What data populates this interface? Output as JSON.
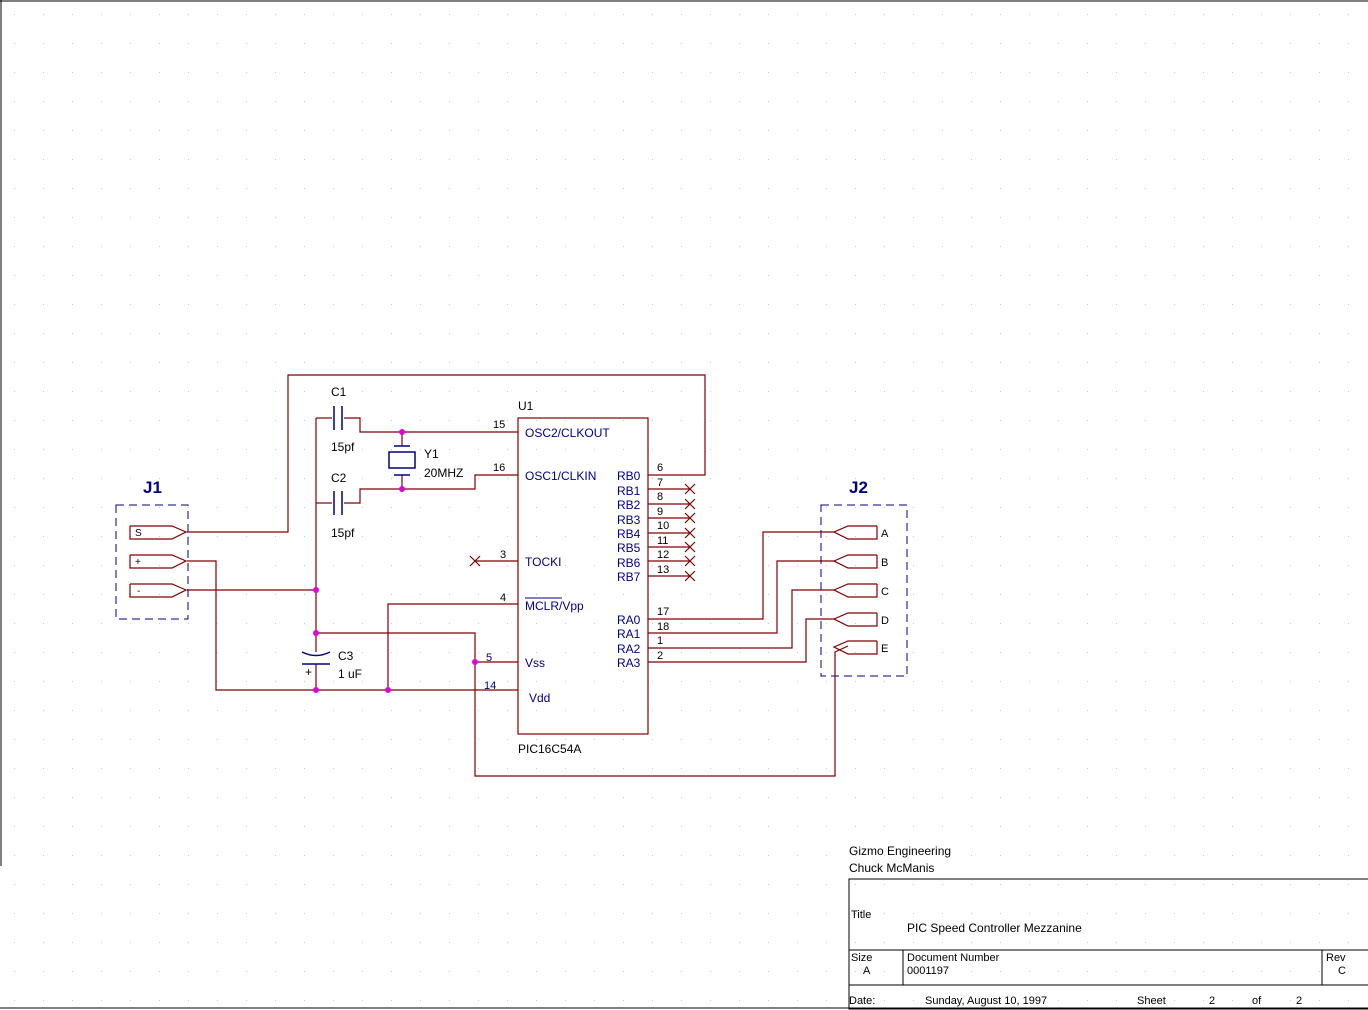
{
  "colors": {
    "wire": "#800000",
    "component": "#000080",
    "junction": "#e000e0",
    "grid": "#c8c8c8",
    "text": "#000000",
    "label": "#000080",
    "pin_number": "#000000",
    "no_connect": "#800000"
  },
  "components": {
    "u1": {
      "ref": "U1",
      "part": "PIC16C54A",
      "pins": {
        "osc2": "OSC2/CLKOUT",
        "osc2_num": "15",
        "osc1": "OSC1/CLKIN",
        "osc1_num": "16",
        "tocki": "TOCKI",
        "tocki_num": "3",
        "mclr": "MCLR/Vpp",
        "mclr_num": "4",
        "vss": "Vss",
        "vss_num": "5",
        "vdd": "Vdd",
        "vdd_num": "14",
        "rb0": "RB0",
        "rb0_num": "6",
        "rb1": "RB1",
        "rb1_num": "7",
        "rb2": "RB2",
        "rb2_num": "8",
        "rb3": "RB3",
        "rb3_num": "9",
        "rb4": "RB4",
        "rb4_num": "10",
        "rb5": "RB5",
        "rb5_num": "11",
        "rb6": "RB6",
        "rb6_num": "12",
        "rb7": "RB7",
        "rb7_num": "13",
        "ra0": "RA0",
        "ra0_num": "17",
        "ra1": "RA1",
        "ra1_num": "18",
        "ra2": "RA2",
        "ra2_num": "1",
        "ra3": "RA3",
        "ra3_num": "2"
      }
    },
    "c1": {
      "ref": "C1",
      "value": "15pf"
    },
    "c2": {
      "ref": "C2",
      "value": "15pf"
    },
    "c3": {
      "ref": "C3",
      "value": "1 uF",
      "polarity": "+"
    },
    "y1": {
      "ref": "Y1",
      "value": "20MHZ"
    },
    "j1": {
      "ref": "J1",
      "pins": [
        "S",
        "+",
        "-"
      ]
    },
    "j2": {
      "ref": "J2",
      "pins": [
        "A",
        "B",
        "C",
        "D",
        "E"
      ]
    }
  },
  "title_block": {
    "company": "Gizmo Engineering",
    "author": "Chuck McManis",
    "title_label": "Title",
    "title": "PIC Speed Controller Mezzanine",
    "size_label": "Size",
    "size": "A",
    "doc_label": "Document Number",
    "doc_number": "0001197",
    "rev_label": "Rev",
    "rev": "C",
    "date_label": "Date:",
    "date": "Sunday, August 10, 1997",
    "sheet_label": "Sheet",
    "sheet": "2",
    "of_label": "of",
    "sheet_total": "2"
  }
}
